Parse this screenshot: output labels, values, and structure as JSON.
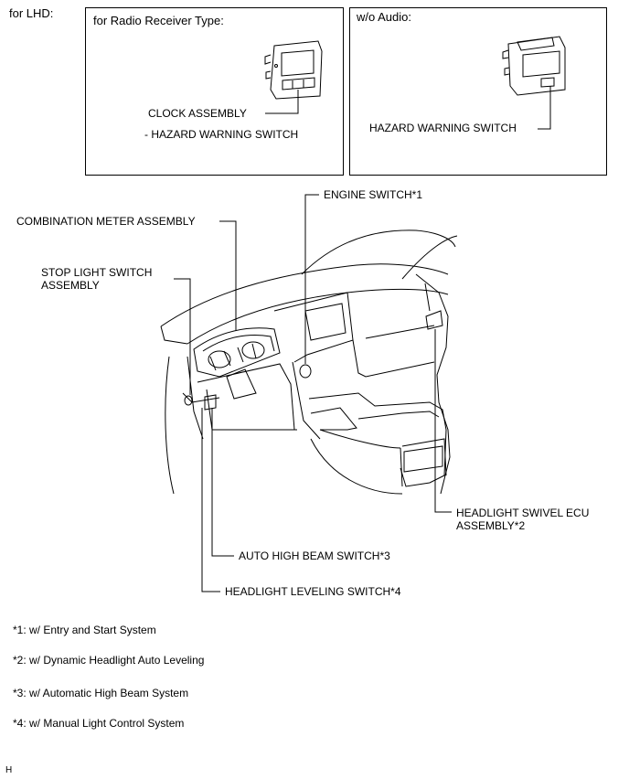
{
  "header": {
    "for_lhd": "for LHD:"
  },
  "inset_radio": {
    "title": "for Radio Receiver Type:",
    "clock_label": "CLOCK ASSEMBLY",
    "hazard_label": "- HAZARD WARNING SWITCH"
  },
  "inset_wo_audio": {
    "title": "w/o Audio:",
    "hazard_label": "HAZARD WARNING SWITCH"
  },
  "callouts": {
    "engine_switch": "ENGINE SWITCH*1",
    "combination_meter": "COMBINATION METER ASSEMBLY",
    "stop_light_switch": "STOP LIGHT SWITCH ASSEMBLY",
    "headlight_swivel_ecu": "HEADLIGHT SWIVEL ECU ASSEMBLY*2",
    "auto_high_beam": "AUTO HIGH BEAM SWITCH*3",
    "headlight_leveling": "HEADLIGHT LEVELING SWITCH*4"
  },
  "notes": [
    "*1: w/ Entry and Start System",
    "*2: w/ Dynamic Headlight Auto Leveling",
    "*3: w/ Automatic High Beam System",
    "*4: w/ Manual Light Control System"
  ],
  "footer": {
    "code": "H"
  }
}
